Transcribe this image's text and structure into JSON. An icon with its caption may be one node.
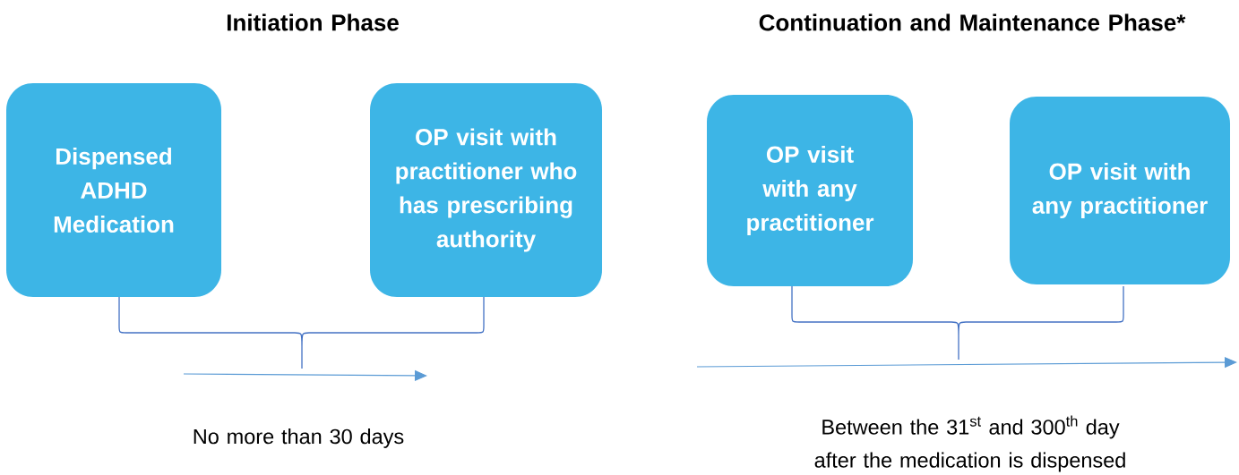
{
  "diagram": {
    "nodes": [
      {
        "text": [
          "Dispensed ADHD Medication"
        ]
      },
      {
        "text": [
          "OP visit with practitioner who has prescribing authority"
        ]
      },
      {
        "text": [
          "OP visit with any practitioner"
        ]
      },
      {
        "text": [
          "OP visit with any practitioner"
        ]
      }
    ],
    "labels": [
      "Initiation Phase",
      "Continuation and Maintenance Phase*",
      "No more than 30 days",
      "Between the 31$^{st}$ and 300$^{th}$ day after the medication is dispensed"
    ]
  }
}
